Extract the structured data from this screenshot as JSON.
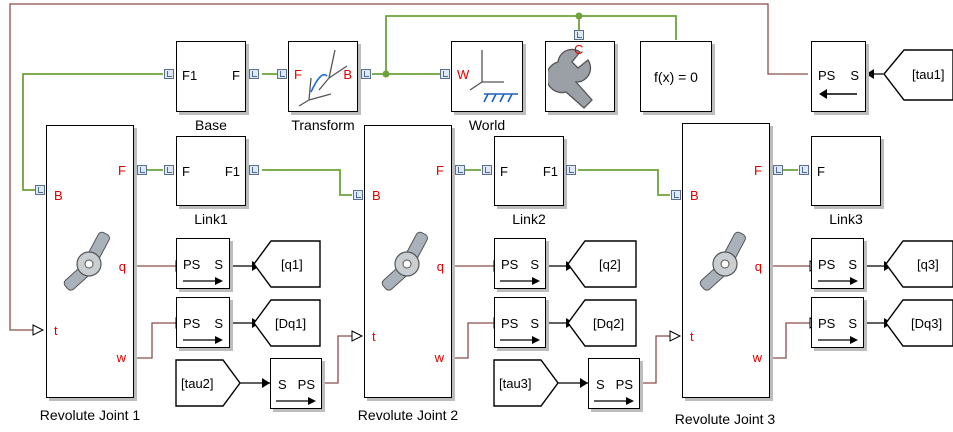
{
  "blocks": {
    "base": {
      "caption": "Base",
      "port_left": "F1",
      "port_right": "F"
    },
    "transform": {
      "caption": "Transform",
      "port_left": "F",
      "port_right": "B"
    },
    "world": {
      "caption": "World",
      "port": "W"
    },
    "solver": {
      "port_label": "C"
    },
    "constraint": {
      "text": "f(x) = 0"
    },
    "link1": {
      "caption": "Link1",
      "port_left": "F",
      "port_right": "F1"
    },
    "link2": {
      "caption": "Link2",
      "port_left": "F",
      "port_right": "F1"
    },
    "link3": {
      "caption": "Link3",
      "port_left": "F"
    },
    "joint1": {
      "caption": "Revolute Joint 1"
    },
    "joint2": {
      "caption": "Revolute Joint 2"
    },
    "joint3": {
      "caption": "Revolute Joint 3"
    }
  },
  "joint_ports": {
    "b": "B",
    "f": "F",
    "q": "q",
    "w": "w",
    "t": "t"
  },
  "converter": {
    "ps": "PS",
    "s": "S"
  },
  "tags": {
    "tau1": "[tau1]",
    "tau2": "[tau2]",
    "tau3": "[tau3]",
    "q1": "[q1]",
    "q2": "[q2]",
    "q3": "[q3]",
    "dq1": "[Dq1]",
    "dq2": "[Dq2]",
    "dq3": "[Dq3]"
  },
  "colors": {
    "mechanical_line": "#6ca33a",
    "signal_line": "#8c4c4c",
    "port_label": "#e00000"
  }
}
